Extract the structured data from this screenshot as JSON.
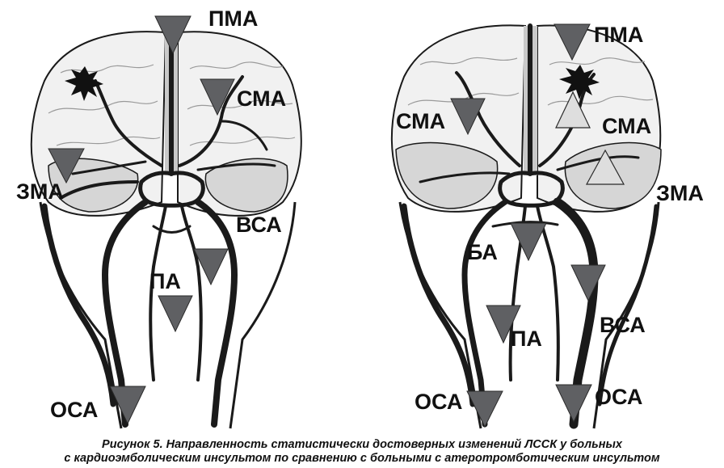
{
  "colors": {
    "down_arrow": "#5f6063",
    "up_arrow": "#dedede",
    "vessel": "#1a1a1a",
    "brain_fill": "#f1f1f1",
    "brain_shade": "#d6d6d6",
    "text": "#111111"
  },
  "left_panel": {
    "labels": {
      "pma": "ПМА",
      "sma": "СМА",
      "zma": "ЗМА",
      "vsa": "ВСА",
      "pa": "ПА",
      "osa": "ОСА"
    }
  },
  "right_panel": {
    "labels": {
      "pma": "ПМА",
      "sma_left": "СМА",
      "sma_right": "СМА",
      "zma": "ЗМА",
      "ba": "БА",
      "pa": "ПА",
      "vsa": "ВСА",
      "osa_left": "ОСА",
      "osa_right": "ОСА"
    }
  },
  "caption": {
    "line1": "Рисунок 5. Направленность статистически достоверных изменений ЛССК у больных",
    "line2": "с кардиоэмболическим инсультом по сравнению с больными с атеротромботическим инсультом"
  }
}
